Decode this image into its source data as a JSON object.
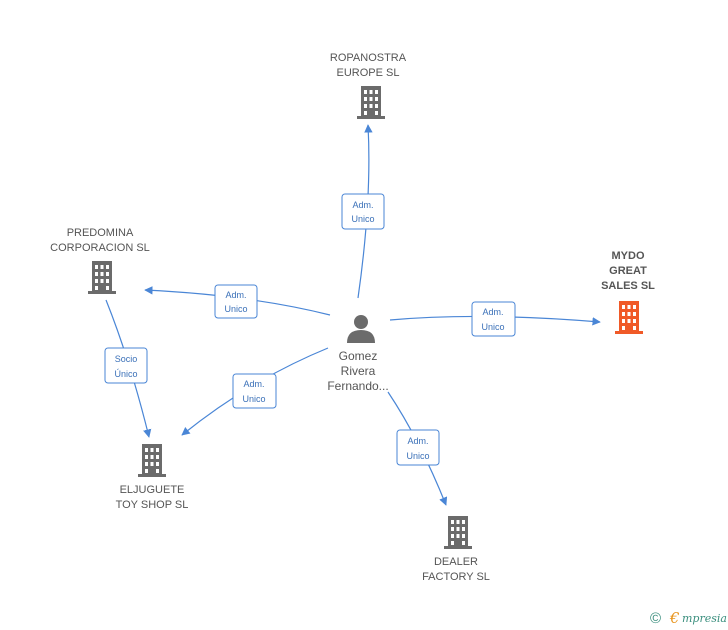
{
  "colors": {
    "edge": "#4a86d6",
    "building": "#6b6b6b",
    "focus_building": "#f05a28",
    "label": "#555555"
  },
  "center": {
    "lines": [
      "Gomez",
      "Rivera",
      "Fernando..."
    ],
    "icon": "person-icon"
  },
  "nodes": [
    {
      "id": "ropanostra",
      "lines": [
        "ROPANOSTRA",
        "EUROPE SL"
      ],
      "icon": "building-icon",
      "focus": false
    },
    {
      "id": "predomina",
      "lines": [
        "PREDOMINA",
        "CORPORACION SL"
      ],
      "icon": "building-icon",
      "focus": false
    },
    {
      "id": "mydo",
      "lines": [
        "MYDO",
        "GREAT",
        "SALES SL"
      ],
      "icon": "building-icon",
      "focus": true
    },
    {
      "id": "eljuguete",
      "lines": [
        "ELJUGUETE",
        "TOY SHOP SL"
      ],
      "icon": "building-icon",
      "focus": false
    },
    {
      "id": "dealer",
      "lines": [
        "DEALER",
        "FACTORY SL"
      ],
      "icon": "building-icon",
      "focus": false
    }
  ],
  "edges": [
    {
      "from": "center",
      "to": "ropanostra",
      "label": [
        "Adm.",
        "Unico"
      ]
    },
    {
      "from": "center",
      "to": "predomina",
      "label": [
        "Adm.",
        "Unico"
      ]
    },
    {
      "from": "center",
      "to": "mydo",
      "label": [
        "Adm.",
        "Unico"
      ]
    },
    {
      "from": "center",
      "to": "eljuguete",
      "label": [
        "Adm.",
        "Unico"
      ]
    },
    {
      "from": "center",
      "to": "dealer",
      "label": [
        "Adm.",
        "Unico"
      ]
    },
    {
      "from": "predomina",
      "to": "eljuguete",
      "label": [
        "Socio",
        "Único"
      ]
    }
  ],
  "footer": {
    "copyright": "©",
    "brand_initial": "€",
    "brand_rest": "mpresia"
  }
}
